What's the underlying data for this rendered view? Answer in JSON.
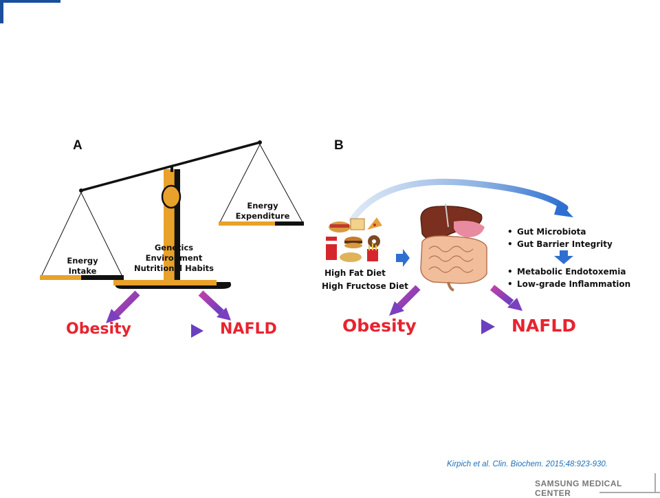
{
  "panel_a": {
    "letter": "A",
    "intake_label": [
      "Energy",
      "Intake"
    ],
    "expenditure_label": [
      "Energy",
      "Expenditure"
    ],
    "factors": [
      "Genetics",
      "Environment",
      "Nutritional Habits"
    ],
    "obesity": "Obesity",
    "nafld": "NAFLD"
  },
  "panel_b": {
    "letter": "B",
    "diet": [
      "High Fat Diet",
      "High Fructose Diet"
    ],
    "bullets_top": [
      "Gut Microbiota",
      "Gut Barrier Integrity"
    ],
    "bullets_bottom": [
      "Metabolic Endotoxemia",
      "Low-grade Inflammation"
    ],
    "obesity": "Obesity",
    "nafld": "NAFLD"
  },
  "citation": "Kirpich et al. Clin. Biochem. 2015;48:923-930.",
  "brand": "SAMSUNG MEDICAL CENTER",
  "colors": {
    "accent_blue": "#1a4f9c",
    "red_text": "#e8232f",
    "gold": "#e8a12a",
    "arrow_purple": "#9b3fb5"
  }
}
